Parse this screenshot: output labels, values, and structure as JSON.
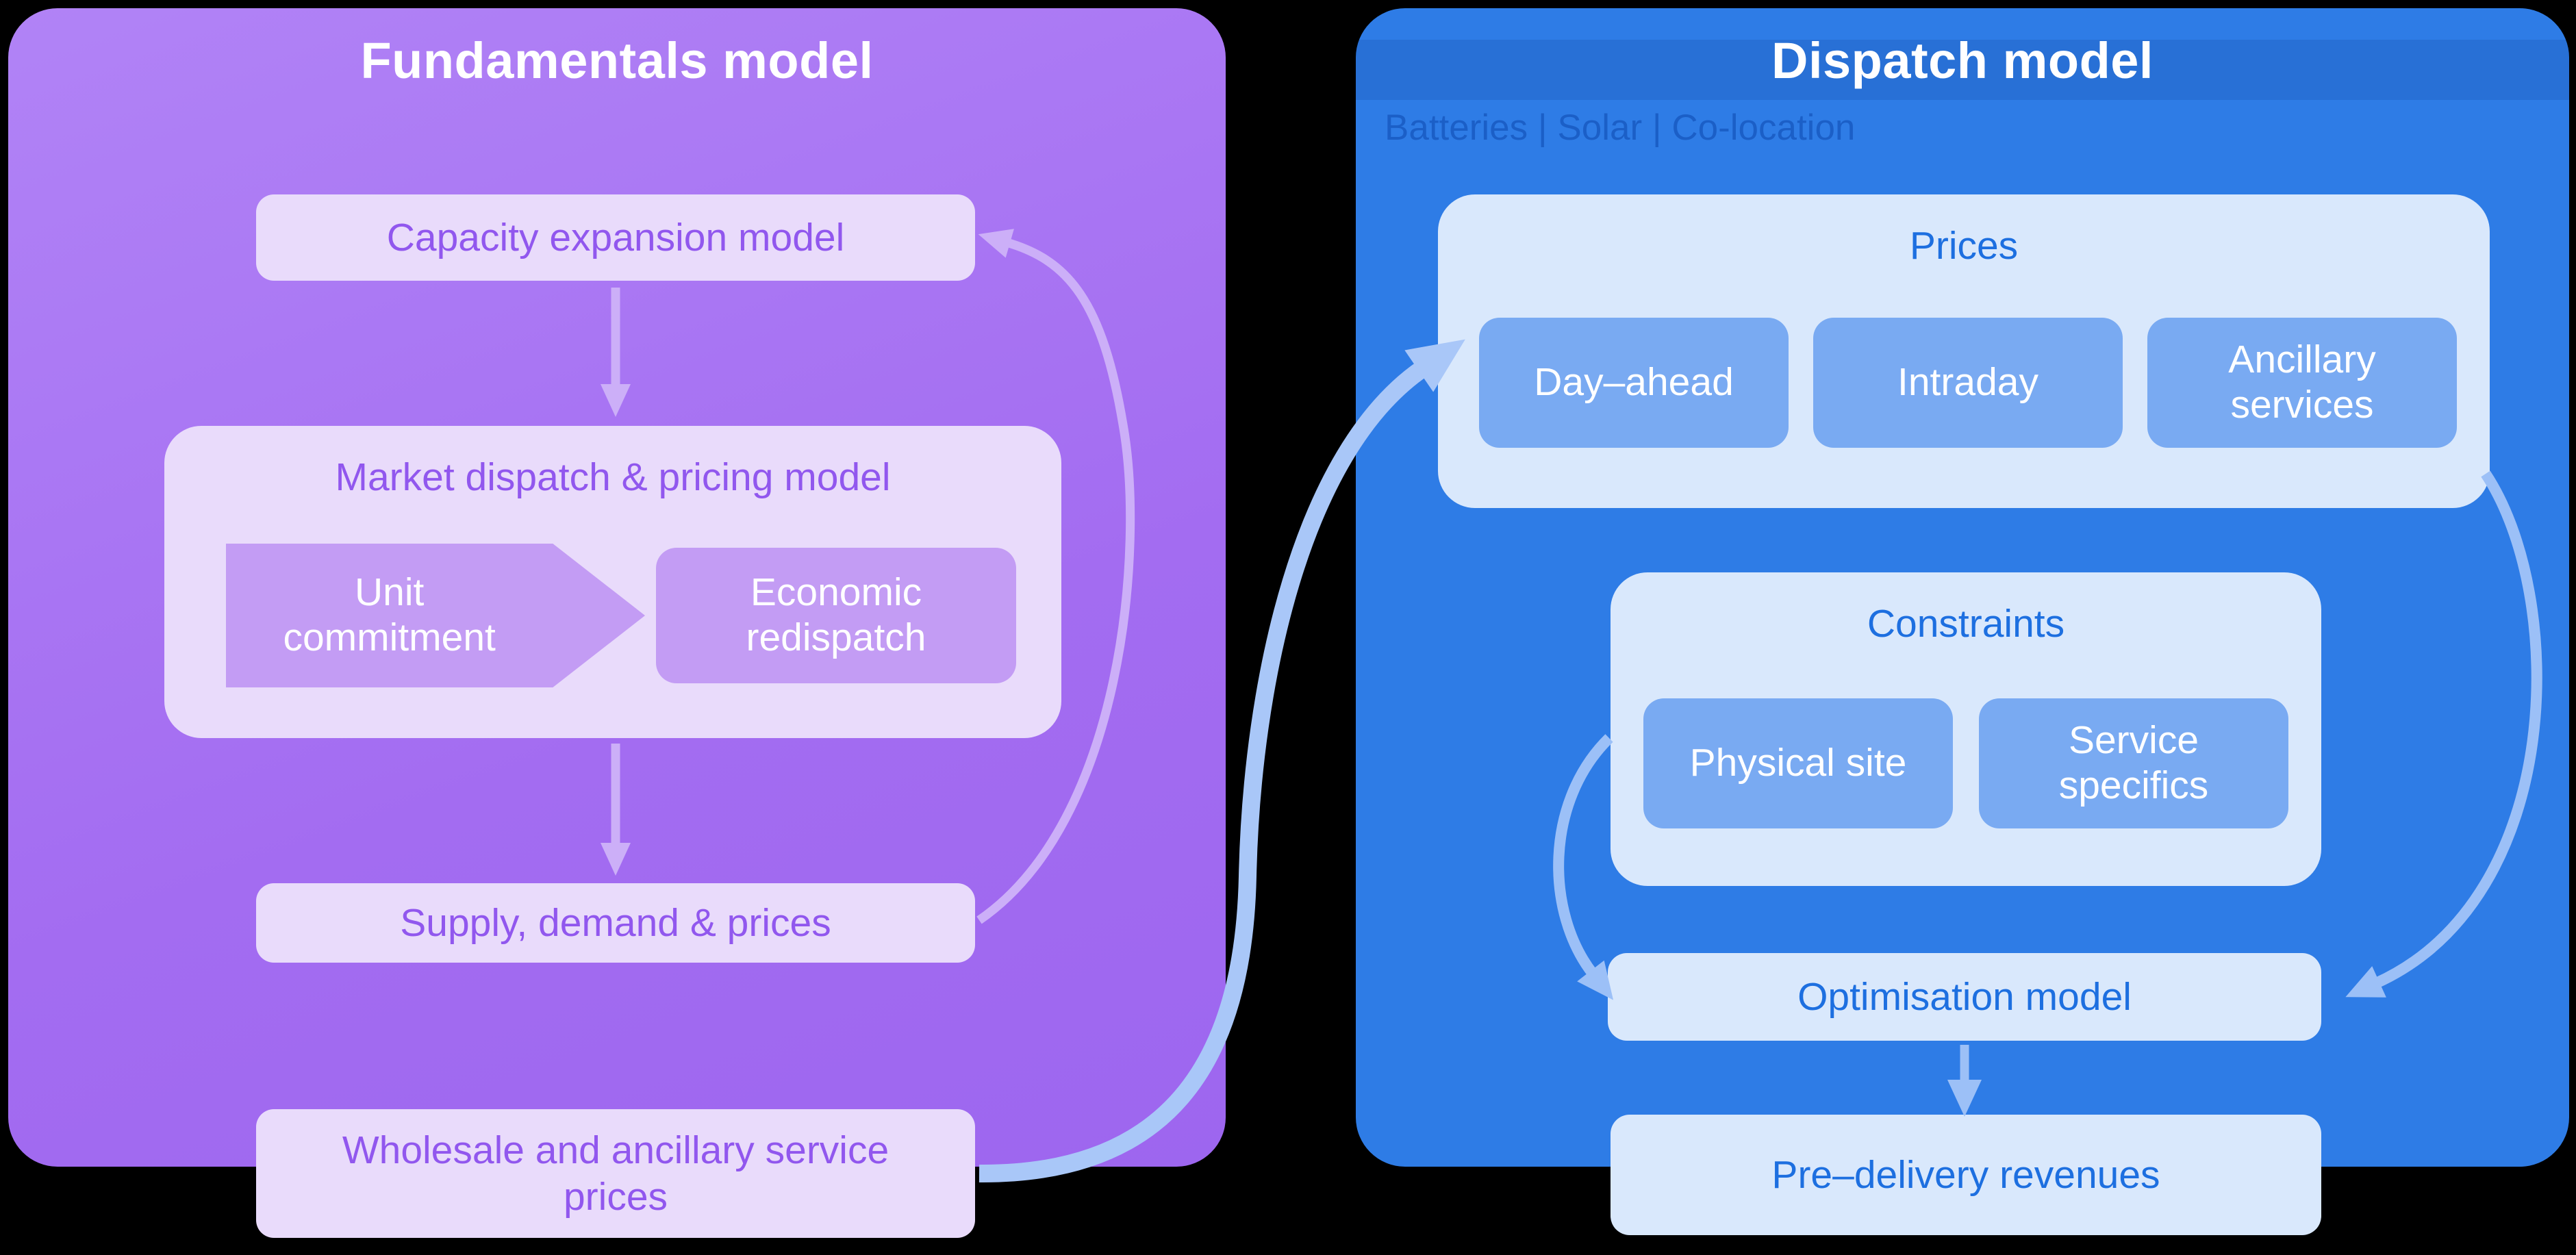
{
  "fundamentals": {
    "title": "Fundamentals model",
    "capacity_expansion": "Capacity expansion model",
    "market_dispatch": {
      "title": "Market dispatch & pricing model",
      "unit_commitment": "Unit commitment",
      "economic_redispatch": "Economic redispatch"
    },
    "supply_demand": "Supply, demand & prices",
    "wholesale": "Wholesale and ancillary service prices"
  },
  "dispatch": {
    "title": "Dispatch model",
    "subtitle": "Batteries | Solar | Co-location",
    "prices": {
      "title": "Prices",
      "items": [
        "Day–ahead",
        "Intraday",
        "Ancillary services"
      ]
    },
    "constraints": {
      "title": "Constraints",
      "items": [
        "Physical site",
        "Service specifics"
      ]
    },
    "optimisation": "Optimisation model",
    "pre_delivery": "Pre–delivery revenues"
  },
  "colors": {
    "fundamentals_panel": "#a874f3",
    "fundamentals_accent": "#9157ee",
    "fundamentals_chip": "#c39cf4",
    "dispatch_panel": "#2e7ce6",
    "dispatch_accent": "#1d6fe0",
    "dispatch_chip": "#79aaf2",
    "connector_arrow": "#a9c7f8"
  }
}
